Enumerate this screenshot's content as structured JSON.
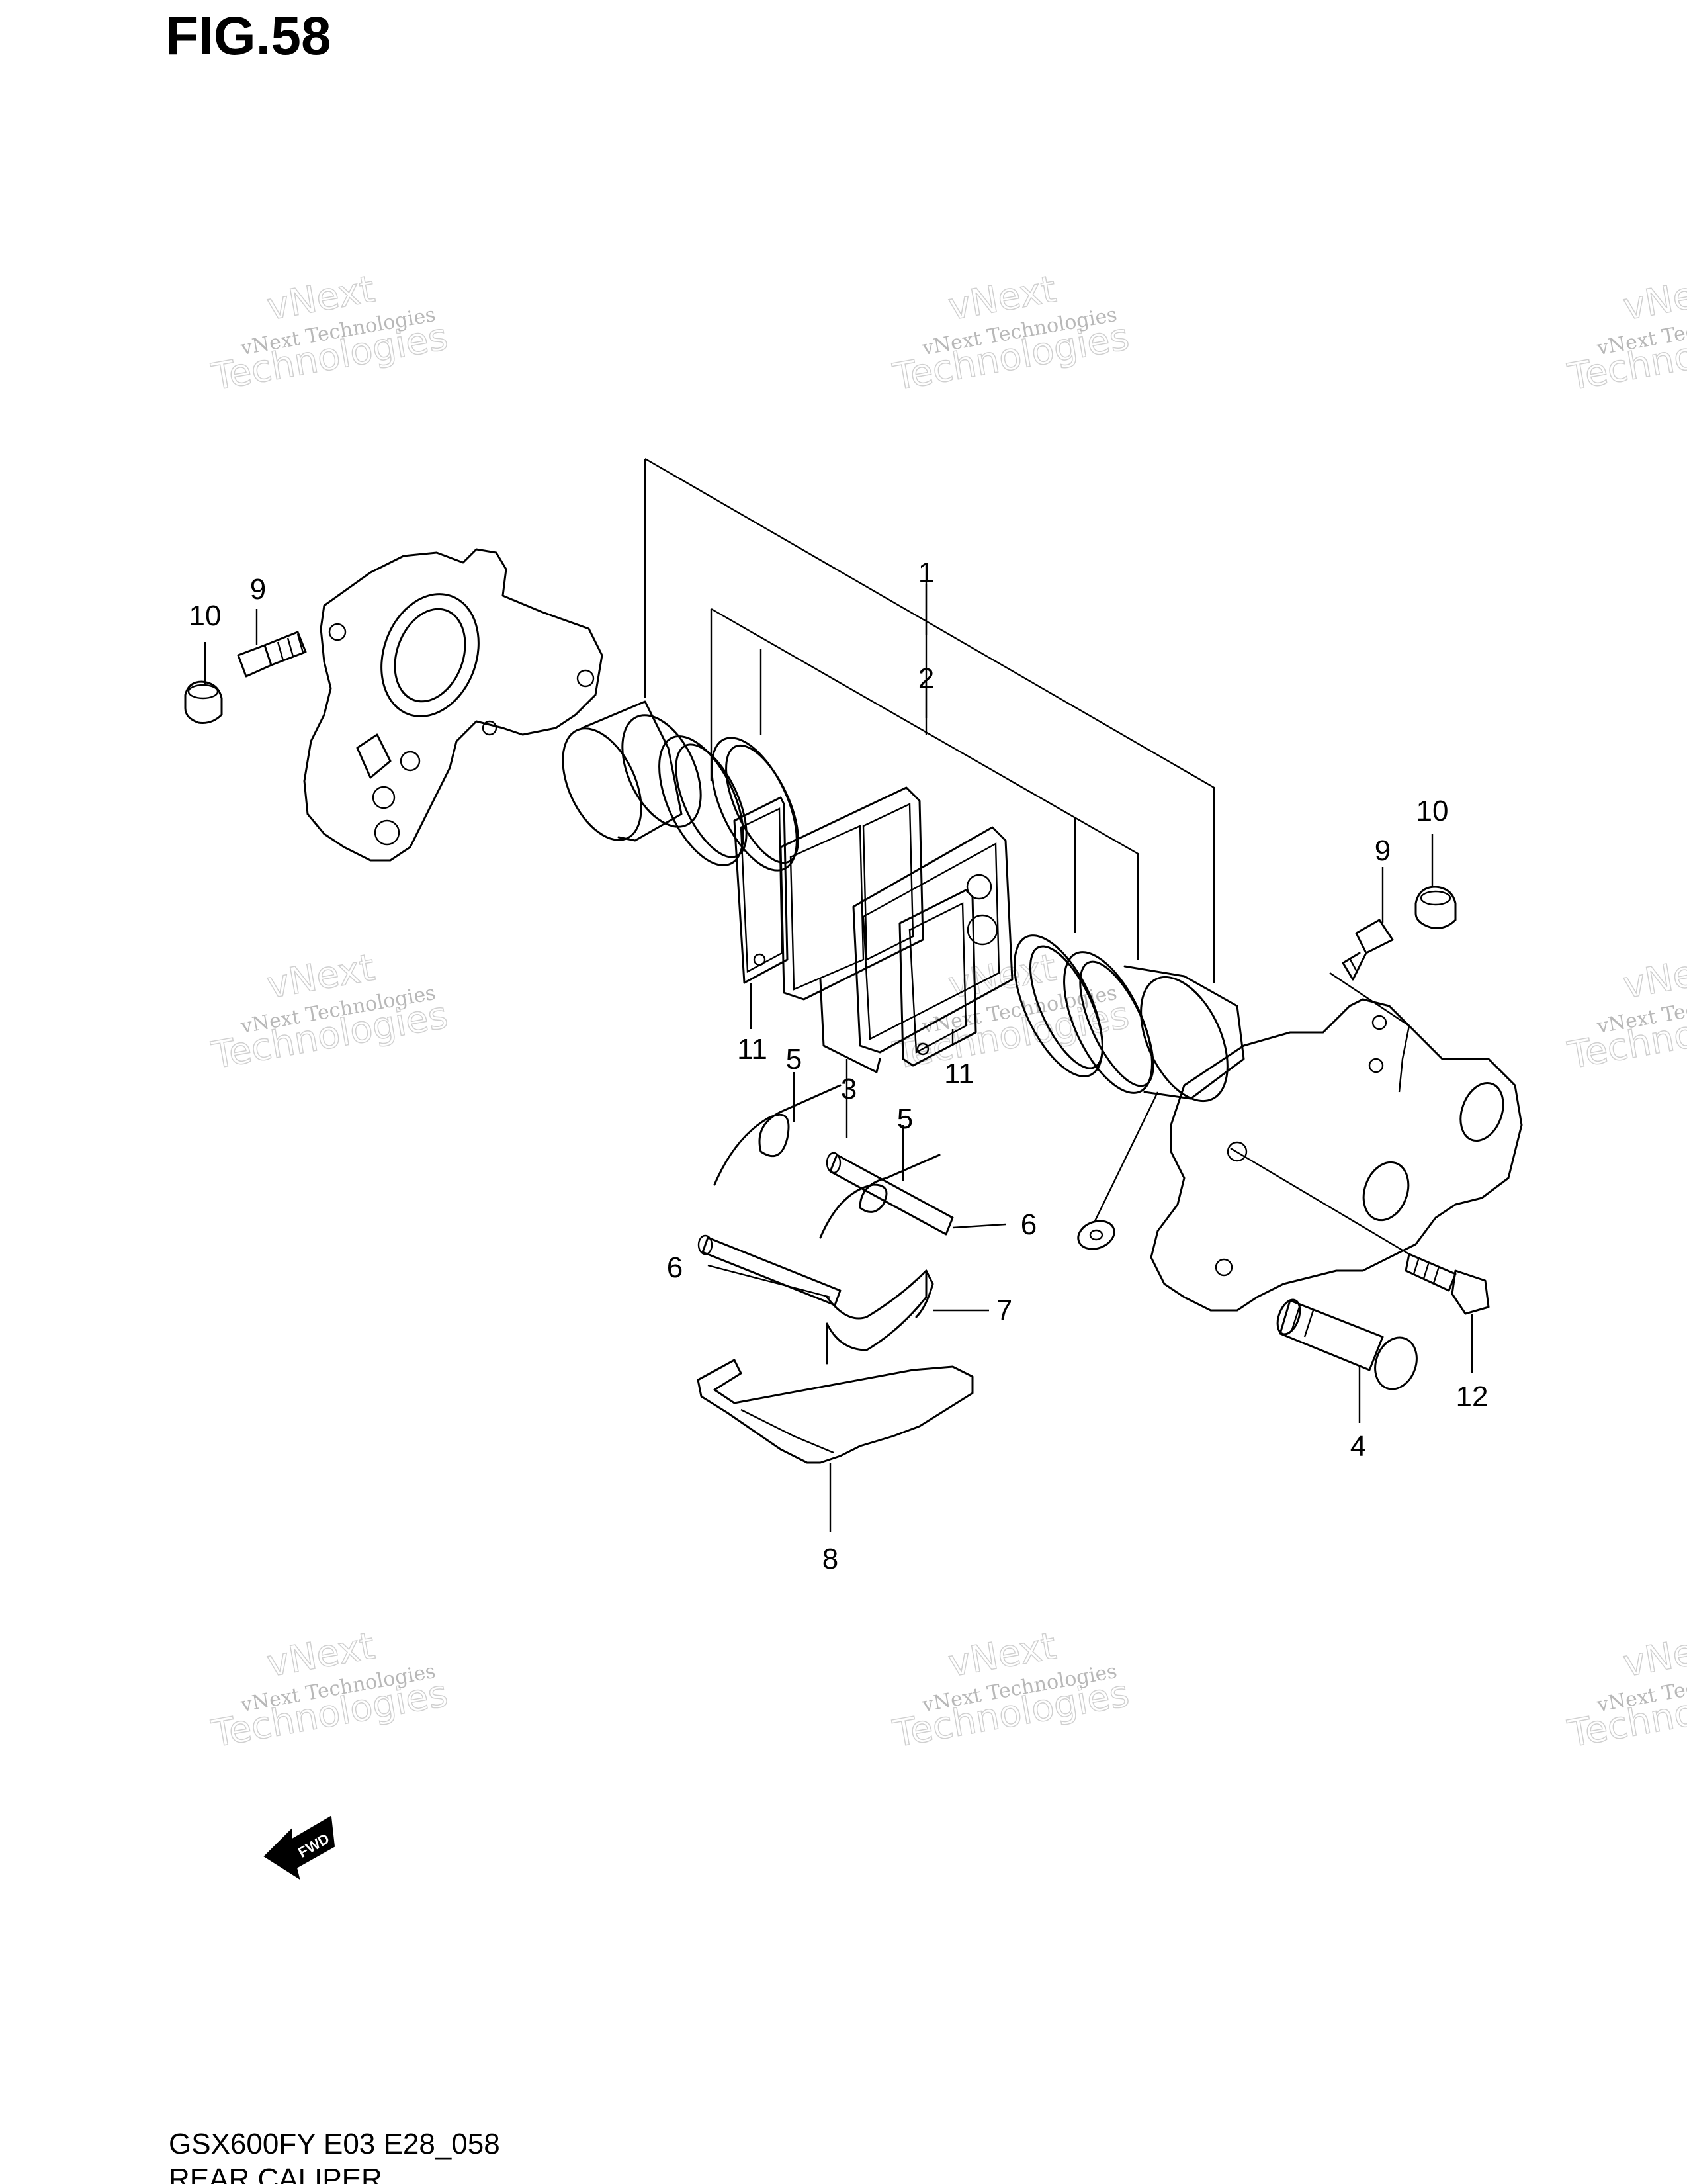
{
  "title": "FIG.58",
  "footer": {
    "code": "GSX600FY E03 E28_058",
    "name": "REAR CALIPER"
  },
  "watermark": {
    "line1": "vNext Technologies",
    "line2": "vNext",
    "line3": "Technologies"
  },
  "fwd_label": "FWD",
  "callouts": [
    "1",
    "2",
    "3",
    "4",
    "5",
    "5",
    "6",
    "6",
    "7",
    "8",
    "9",
    "9",
    "10",
    "10",
    "11",
    "11",
    "12"
  ]
}
